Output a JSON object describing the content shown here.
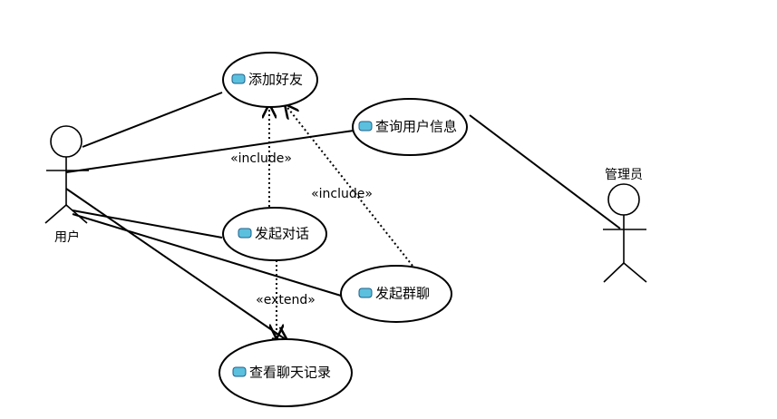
{
  "actors": {
    "user": {
      "label": "用户"
    },
    "admin": {
      "label": "管理员"
    }
  },
  "use_cases": {
    "add_friend": {
      "label": "添加好友"
    },
    "query_user": {
      "label": "查询用户信息"
    },
    "start_chat": {
      "label": "发起对话"
    },
    "group_chat": {
      "label": "发起群聊"
    },
    "view_history": {
      "label": "查看聊天记录"
    }
  },
  "relations": {
    "include_1": "«include»",
    "include_2": "«include»",
    "extend_1": "«extend»"
  },
  "colors": {
    "line": "#000000",
    "icon_fill": "#5bc0de",
    "icon_stroke": "#1f5f8b"
  },
  "icon": "use-case-icon"
}
